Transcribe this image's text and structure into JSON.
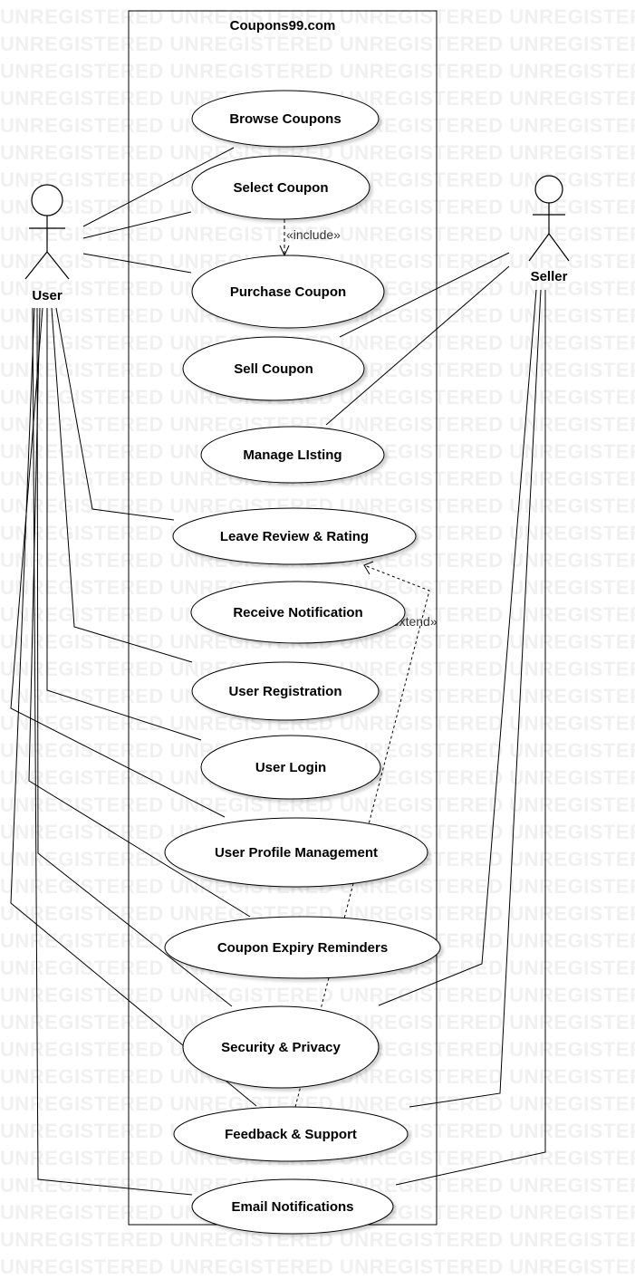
{
  "watermark": "UNREGISTERED",
  "system": {
    "title": "Coupons99.com"
  },
  "actors": {
    "user": {
      "label": "User"
    },
    "seller": {
      "label": "Seller"
    }
  },
  "use_cases": {
    "browse": "Browse Coupons",
    "select": "Select Coupon",
    "purchase": "Purchase Coupon",
    "sell": "Sell Coupon",
    "manage": "Manage LIsting",
    "review": "Leave Review & Rating",
    "notification": "Receive Notification",
    "registration": "User Registration",
    "login": "User Login",
    "profile": "User Profile Management",
    "expiry": "Coupon Expiry Reminders",
    "security": "Security & Privacy",
    "feedback": "Feedback & Support",
    "email": "Email Notifications"
  },
  "relationships": {
    "include": "«include»",
    "extend": "«extend»"
  }
}
